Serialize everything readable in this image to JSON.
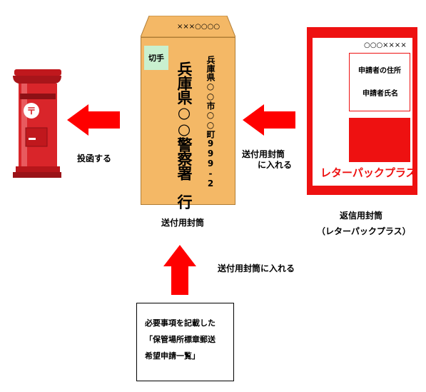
{
  "postbox": {
    "label": "投函する"
  },
  "envelope": {
    "recipient_number": "×××○○○○",
    "stamp": "切手",
    "address": "兵庫県○○市○○町999-2",
    "addressee": "兵庫県○○警察署　行",
    "caption": "送付用封筒"
  },
  "letterpack": {
    "sender_number": "○○○××××",
    "field_address": "申請者の住所",
    "field_name": "申請者氏名",
    "brand": "レターパックプラス",
    "caption_line1": "返信用封筒",
    "caption_line2": "（レターパックプラス）"
  },
  "arrows": {
    "into_envelope_line1": "送付用封筒",
    "into_envelope_line2": "に入れる",
    "form_to_envelope": "送付用封筒に入れる"
  },
  "form": {
    "line1": "必要事項を記載した",
    "line2": "「保管場所標章郵送",
    "line3": "希望申請一覧」"
  },
  "colors": {
    "arrow": "#ff0000",
    "envelope": "#f4b866",
    "letterpack": "#ee1111",
    "postbox": "#d9252a",
    "stamp": "#c9f0cf"
  }
}
